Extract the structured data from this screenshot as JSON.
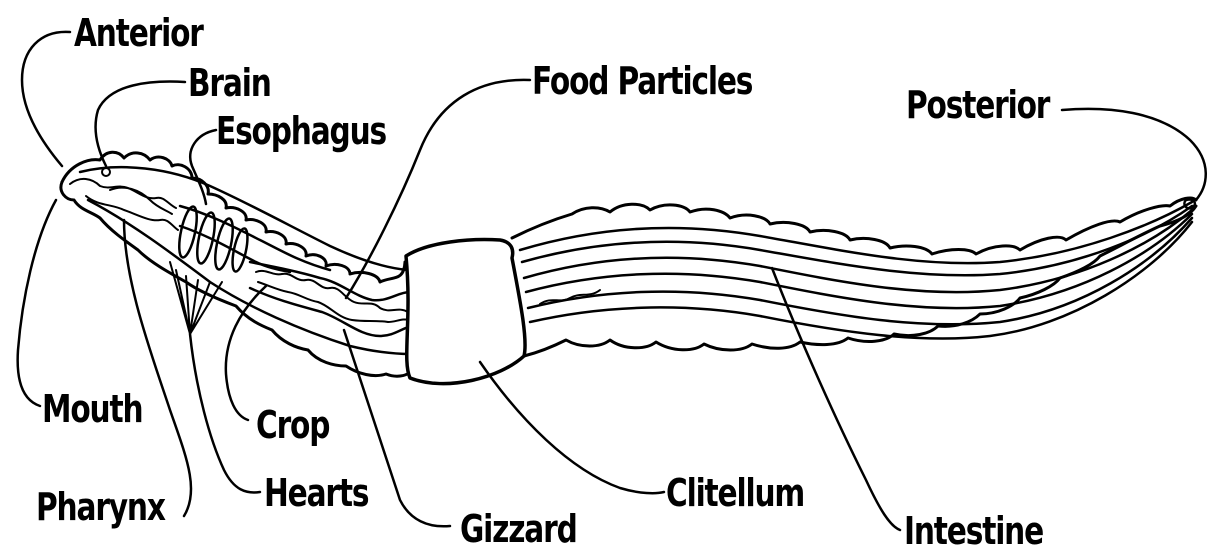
{
  "labels": {
    "anterior": "Anterior",
    "brain": "Brain",
    "esophagus": "Esophagus",
    "food_particles": "Food Particles",
    "posterior": "Posterior",
    "mouth": "Mouth",
    "pharynx": "Pharynx",
    "crop": "Crop",
    "hearts": "Hearts",
    "gizzard": "Gizzard",
    "clitellum": "Clitellum",
    "intestine": "Intestine"
  },
  "colors": {
    "ink": "#000000",
    "paper": "#ffffff"
  }
}
